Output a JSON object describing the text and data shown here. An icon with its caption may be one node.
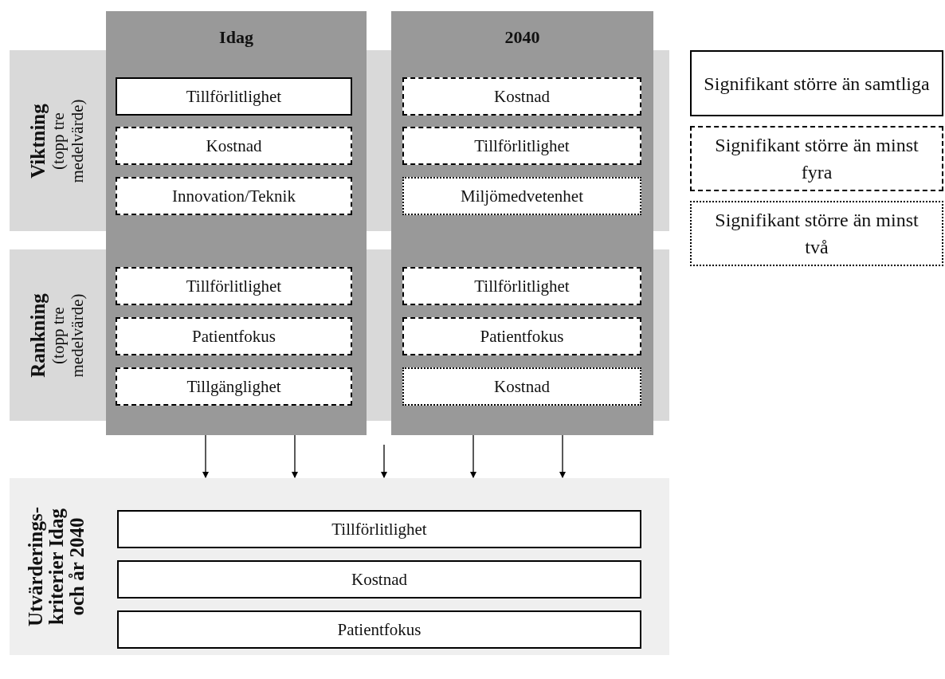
{
  "diagram": {
    "nodes": [
      {
        "text": [
          "Viktning",
          "(topp tre medelvärde)"
        ]
      },
      {
        "text": [
          "Rankning",
          "(topp tre medelvärde)"
        ]
      },
      {
        "text": [
          "Idag"
        ]
      },
      {
        "text": [
          "Tillförlitlighet"
        ],
        "in": 2
      },
      {
        "text": [
          "Kostnad"
        ],
        "in": 2
      },
      {
        "text": [
          "Innovation/Teknik"
        ],
        "in": 2
      },
      {
        "text": [
          "Tillförlitlighet"
        ],
        "in": 2
      },
      {
        "text": [
          "Patientfokus"
        ],
        "in": 2
      },
      {
        "text": [
          "Tillgänglighet"
        ],
        "in": 2
      },
      {
        "text": [
          "2040"
        ]
      },
      {
        "text": [
          "Kostnad"
        ],
        "in": 9
      },
      {
        "text": [
          "Tillförlitlighet"
        ],
        "in": 9
      },
      {
        "text": [
          "Miljömedvetenhet"
        ],
        "in": 9
      },
      {
        "text": [
          "Tillförlitlighet"
        ],
        "in": 9
      },
      {
        "text": [
          "Patientfokus"
        ],
        "in": 9
      },
      {
        "text": [
          "Kostnad"
        ],
        "in": 9
      },
      {
        "text": [
          "Utvärderings- kriterier Idag och år 2040"
        ]
      },
      {
        "text": [
          "Tillförlitlighet"
        ],
        "in": 16
      },
      {
        "text": [
          "Kostnad"
        ],
        "in": 16
      },
      {
        "text": [
          "Patientfokus"
        ],
        "in": 16
      }
    ],
    "edges": [
      {
        "from": 2,
        "to": 16,
        "arrow": "to"
      },
      {
        "from": 2,
        "to": 16,
        "arrow": "to"
      },
      {
        "from": null,
        "to": 16,
        "arrow": "to"
      },
      {
        "from": 9,
        "to": 16,
        "arrow": "to"
      },
      {
        "from": 9,
        "to": 16,
        "arrow": "to"
      }
    ],
    "legend": [
      {
        "text": "Signifikant större än samtliga"
      },
      {
        "text": "Signifikant större än minst fyra"
      },
      {
        "text": "Signifikant större än minst två"
      }
    ]
  }
}
